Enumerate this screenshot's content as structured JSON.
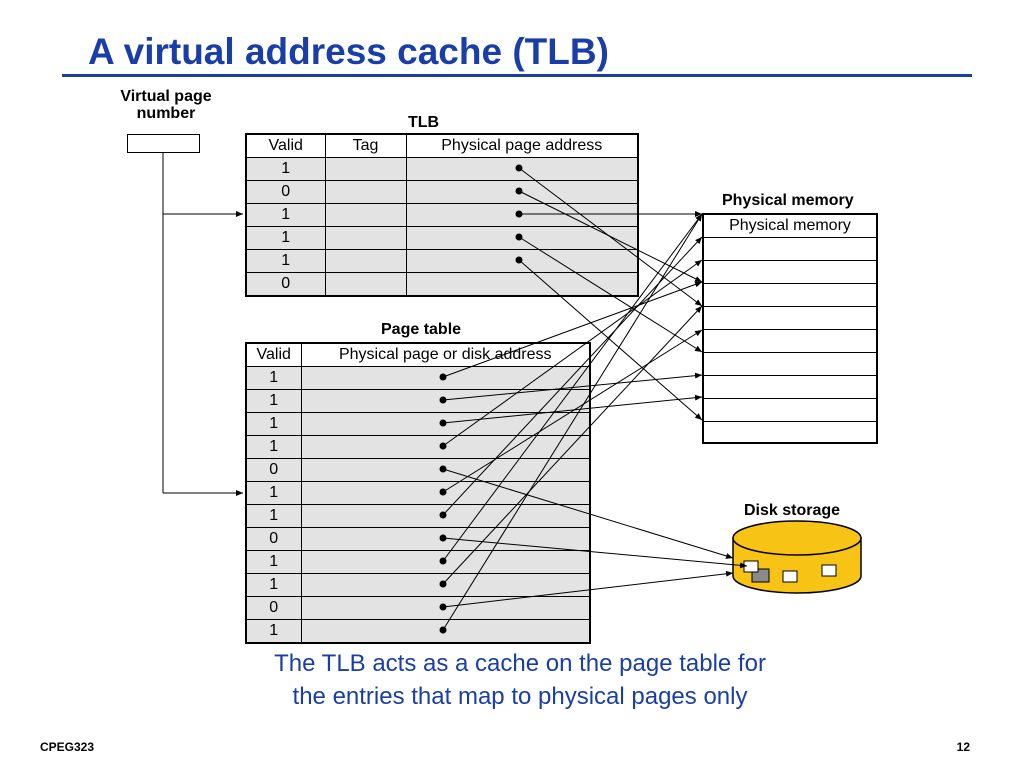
{
  "slide": {
    "title": "A virtual address cache (TLB)",
    "caption_line1": "The TLB acts as a cache on the page table for",
    "caption_line2": "the entries that map to physical pages only",
    "footer_left": "CPEG323",
    "page_number": "12"
  },
  "virtual_page": {
    "label_line1": "Virtual page",
    "label_line2": "number"
  },
  "tlb": {
    "title": "TLB",
    "headers": [
      "Valid",
      "Tag",
      "Physical page address"
    ],
    "valid_bits": [
      "1",
      "0",
      "1",
      "1",
      "1",
      "0"
    ]
  },
  "page_table": {
    "title": "Page table",
    "headers": [
      "Valid",
      "Physical page or disk address"
    ],
    "valid_bits": [
      "1",
      "1",
      "1",
      "1",
      "0",
      "1",
      "1",
      "0",
      "1",
      "1",
      "0",
      "1"
    ]
  },
  "physical_memory": {
    "title": "Physical memory",
    "header_cell": "Physical memory"
  },
  "disk": {
    "title": "Disk storage"
  },
  "colors": {
    "title": "#1a3ea8",
    "row_fill": "#e3e3e3",
    "disk_fill": "#f7c416",
    "disk_block_gray": "#8a8a8a"
  }
}
